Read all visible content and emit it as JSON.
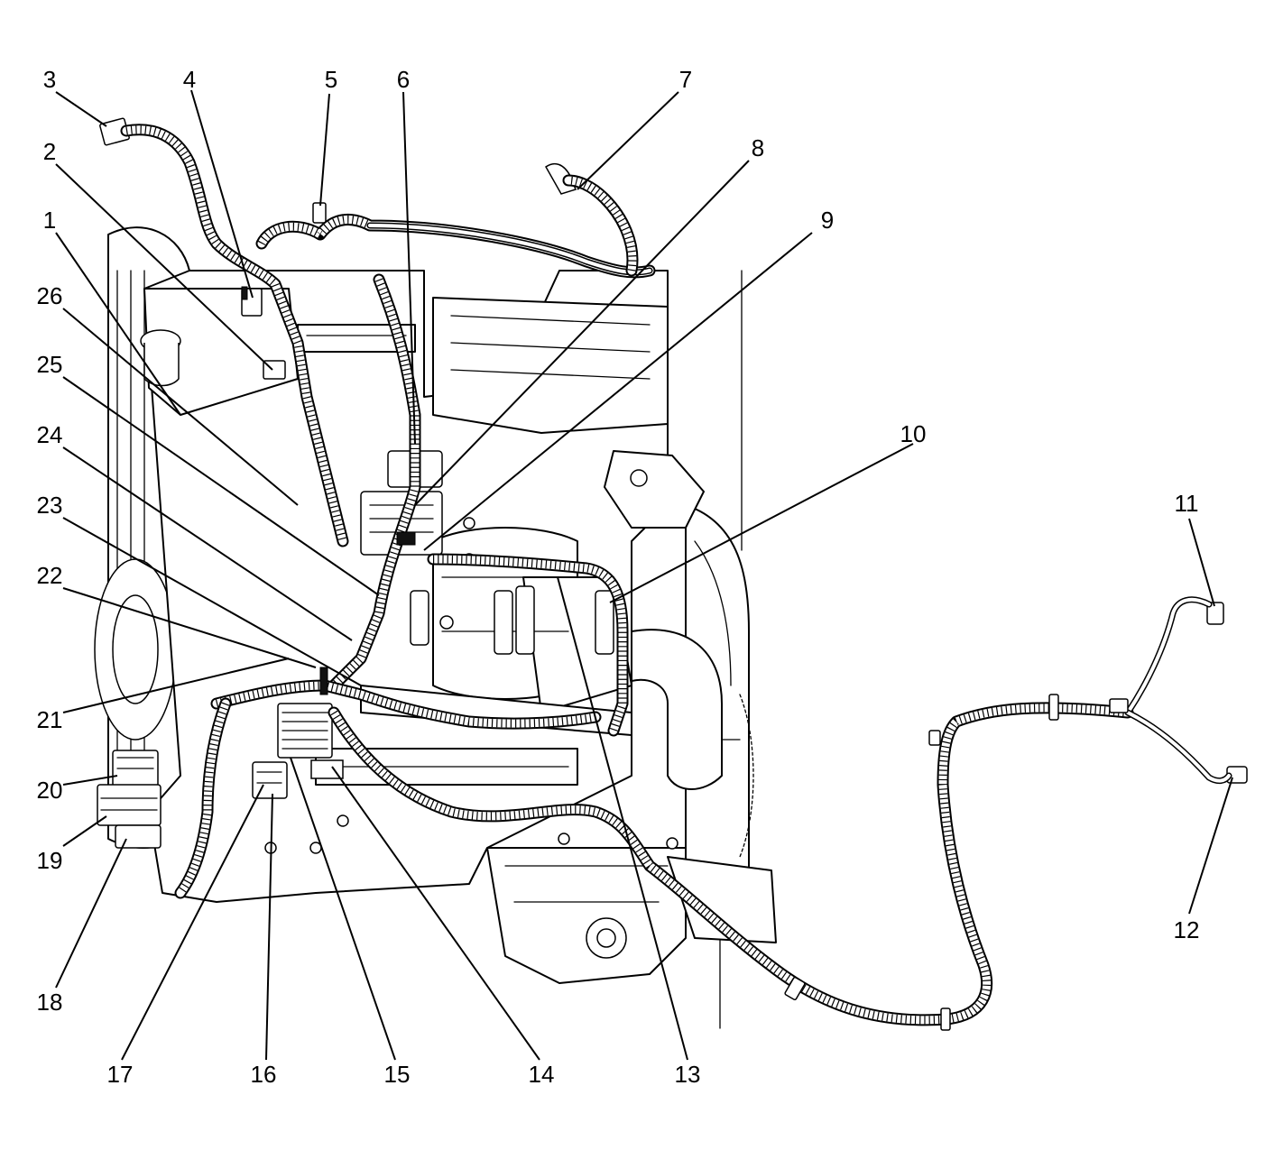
{
  "figure": {
    "callouts": [
      "1",
      "2",
      "3",
      "4",
      "5",
      "6",
      "7",
      "8",
      "9",
      "10",
      "11",
      "12",
      "13",
      "14",
      "15",
      "16",
      "17",
      "18",
      "19",
      "20",
      "21",
      "22",
      "23",
      "24",
      "25",
      "26"
    ]
  }
}
